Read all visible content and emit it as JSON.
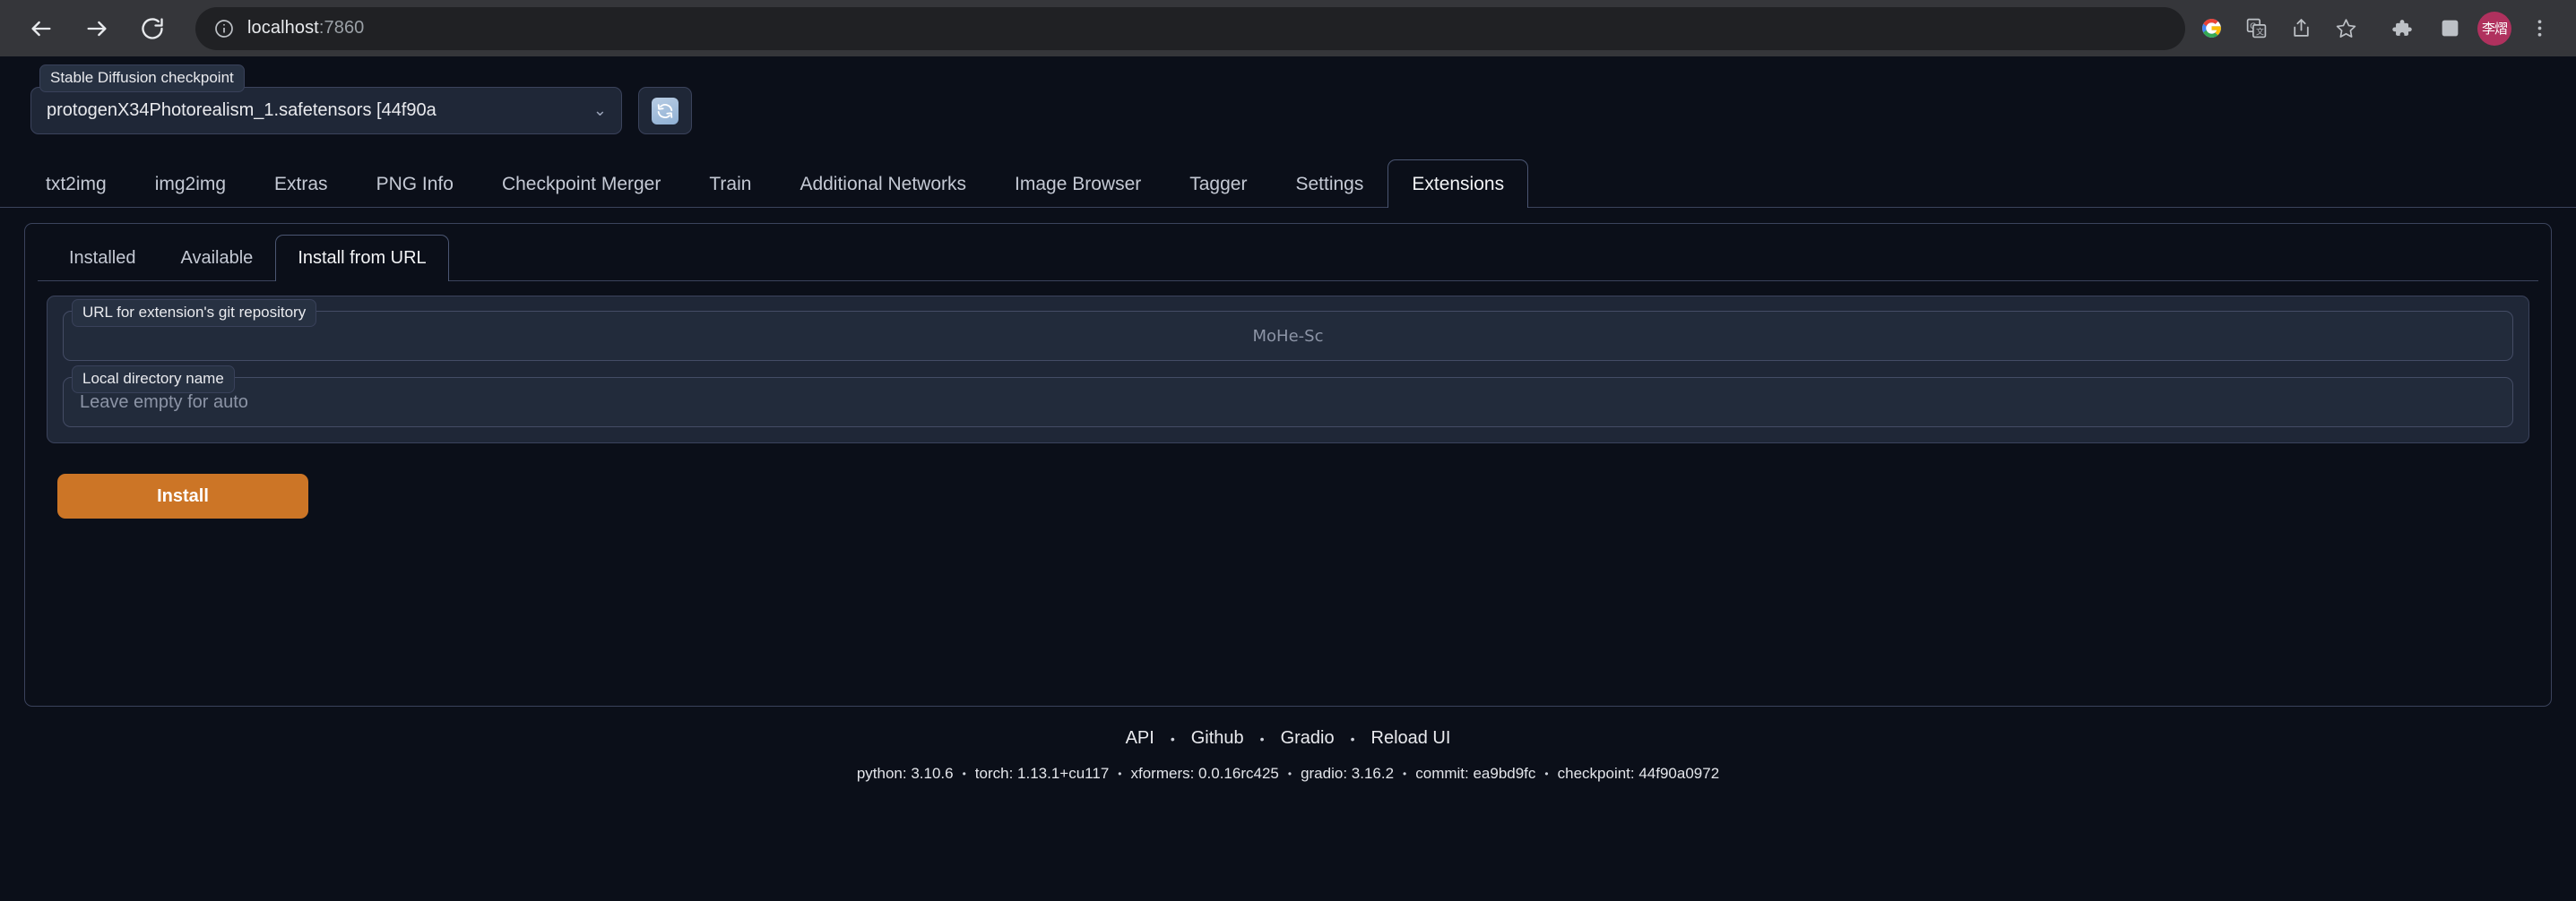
{
  "browser": {
    "back_label": "Back",
    "forward_label": "Forward",
    "reload_label": "Reload",
    "url_host": "localhost",
    "url_port": ":7860",
    "site_info_label": "View site information",
    "google_label": "Google",
    "translate_label": "Translate this page",
    "share_label": "Share",
    "bookmark_label": "Bookmark this tab",
    "extensions_label": "Extensions",
    "side_panel_label": "Side panel",
    "avatar_initials": "李熠",
    "menu_label": "Customize and control Chrome"
  },
  "checkpoint": {
    "label": "Stable Diffusion checkpoint",
    "value": "protogenX34Photorealism_1.safetensors [44f90a",
    "chevron": "⌄",
    "refresh_label": "Refresh checkpoints"
  },
  "tabs": [
    {
      "label": "txt2img",
      "active": false
    },
    {
      "label": "img2img",
      "active": false
    },
    {
      "label": "Extras",
      "active": false
    },
    {
      "label": "PNG Info",
      "active": false
    },
    {
      "label": "Checkpoint Merger",
      "active": false
    },
    {
      "label": "Train",
      "active": false
    },
    {
      "label": "Additional Networks",
      "active": false
    },
    {
      "label": "Image Browser",
      "active": false
    },
    {
      "label": "Tagger",
      "active": false
    },
    {
      "label": "Settings",
      "active": false
    },
    {
      "label": "Extensions",
      "active": true
    }
  ],
  "subtabs": [
    {
      "label": "Installed",
      "active": false
    },
    {
      "label": "Available",
      "active": false
    },
    {
      "label": "Install from URL",
      "active": true
    }
  ],
  "form": {
    "url_field": {
      "label": "URL for extension's git repository",
      "value": "",
      "watermark": "MoHe-Sc"
    },
    "dir_field": {
      "label": "Local directory name",
      "value": "",
      "placeholder": "Leave empty for auto"
    },
    "install_label": "Install"
  },
  "footer": {
    "links": [
      "API",
      "Github",
      "Gradio",
      "Reload UI"
    ],
    "separator": "•",
    "versions": [
      "python: 3.10.6",
      "torch: 1.13.1+cu117",
      "xformers: 0.0.16rc425",
      "gradio: 3.16.2",
      "commit: ea9bd9fc",
      "checkpoint: 44f90a0972"
    ]
  },
  "colors": {
    "accent": "#cc7526",
    "page_bg": "#0b0f19",
    "panel_bg": "#1f2737",
    "border": "#3b435c",
    "avatar_bg": "#b0315e"
  }
}
